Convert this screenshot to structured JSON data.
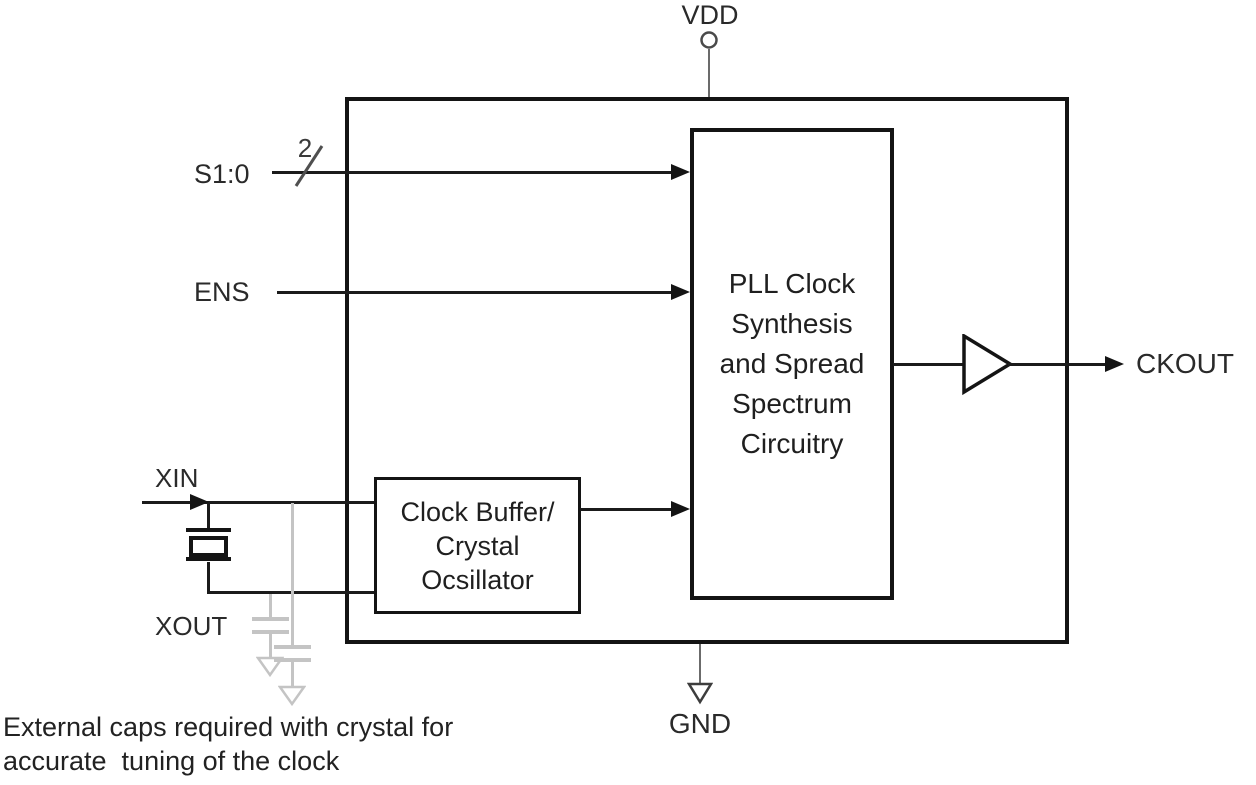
{
  "labels": {
    "vdd": "VDD",
    "gnd": "GND",
    "s1_0": "S1:0",
    "bus_width": "2",
    "ens": "ENS",
    "xin": "XIN",
    "xout": "XOUT",
    "ckout": "CKOUT"
  },
  "blocks": {
    "pll_text": "PLL Clock\nSynthesis\nand Spread\nSpectrum\nCircuitry",
    "buffer_text": "Clock Buffer/\nCrystal\nOcsillator"
  },
  "note": {
    "text": "External caps required with crystal for\naccurate  tuning of the clock"
  },
  "colors": {
    "line": "#1b1b1b",
    "muted_gray": "#c4c4c4",
    "stem_gray": "#6b6b6b"
  }
}
